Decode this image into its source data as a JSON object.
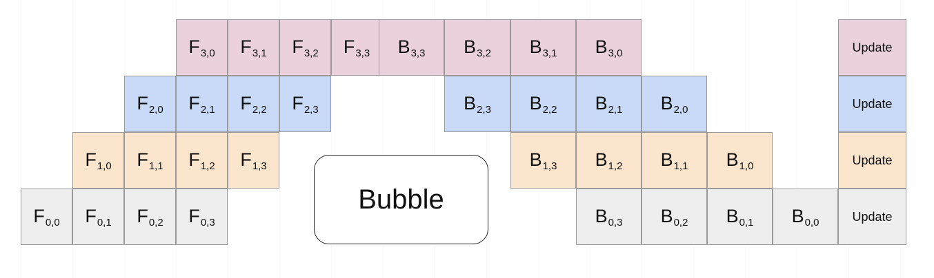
{
  "colors": {
    "stage_3": "#ead1dc",
    "stage_2": "#c9daf8",
    "stage_1": "#fce5cd",
    "stage_0": "#eeeeee"
  },
  "rows": [
    {
      "stage": 3,
      "cells": [
        {
          "letter": "F",
          "sub": "3,0"
        },
        {
          "letter": "F",
          "sub": "3,1"
        },
        {
          "letter": "F",
          "sub": "3,2"
        },
        {
          "letter": "F",
          "sub": "3,3"
        },
        {
          "letter": "B",
          "sub": "3,3"
        },
        {
          "letter": "B",
          "sub": "3,2"
        },
        {
          "letter": "B",
          "sub": "3,1"
        },
        {
          "letter": "B",
          "sub": "3,0"
        }
      ],
      "update": "Update"
    },
    {
      "stage": 2,
      "cells": [
        {
          "letter": "F",
          "sub": "2,0"
        },
        {
          "letter": "F",
          "sub": "2,1"
        },
        {
          "letter": "F",
          "sub": "2,2"
        },
        {
          "letter": "F",
          "sub": "2,3"
        },
        {
          "letter": "B",
          "sub": "2,3"
        },
        {
          "letter": "B",
          "sub": "2,2"
        },
        {
          "letter": "B",
          "sub": "2,1"
        },
        {
          "letter": "B",
          "sub": "2,0"
        }
      ],
      "update": "Update"
    },
    {
      "stage": 1,
      "cells": [
        {
          "letter": "F",
          "sub": "1,0"
        },
        {
          "letter": "F",
          "sub": "1,1"
        },
        {
          "letter": "F",
          "sub": "1,2"
        },
        {
          "letter": "F",
          "sub": "1,3"
        },
        {
          "letter": "B",
          "sub": "1,3"
        },
        {
          "letter": "B",
          "sub": "1,2"
        },
        {
          "letter": "B",
          "sub": "1,1"
        },
        {
          "letter": "B",
          "sub": "1,0"
        }
      ],
      "update": "Update"
    },
    {
      "stage": 0,
      "cells": [
        {
          "letter": "F",
          "sub": "0,0"
        },
        {
          "letter": "F",
          "sub": "0,1"
        },
        {
          "letter": "F",
          "sub": "0,2"
        },
        {
          "letter": "F",
          "sub": "0,3"
        },
        {
          "letter": "B",
          "sub": "0,3"
        },
        {
          "letter": "B",
          "sub": "0,2"
        },
        {
          "letter": "B",
          "sub": "0,1"
        },
        {
          "letter": "B",
          "sub": "0,0"
        }
      ],
      "update": "Update"
    }
  ],
  "bubble_label": "Bubble"
}
